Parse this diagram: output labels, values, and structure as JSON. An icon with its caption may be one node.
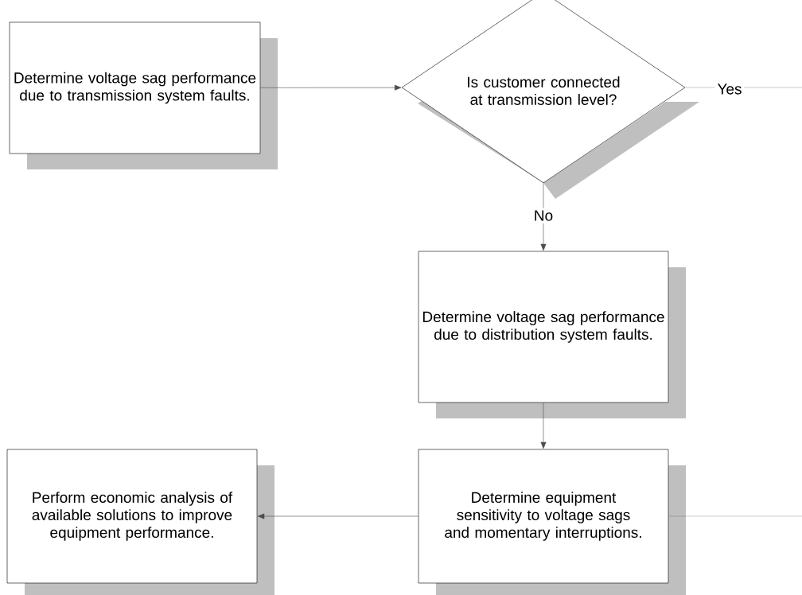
{
  "diagram": {
    "nodes": [
      {
        "text": [
          "Determine voltage sag performance due to transmission system faults."
        ]
      },
      {
        "text": [
          "Is customer connected at transmission level?"
        ]
      },
      {
        "text": [
          "Determine voltage sag performance due to distribution system faults."
        ]
      },
      {
        "text": [
          "Determine equipment sensitivity to voltage sags and momentary interruptions."
        ]
      },
      {
        "text": [
          "Perform economic analysis of available solutions to improve equipment performance."
        ]
      }
    ],
    "edges": [
      {
        "from": 0,
        "to": 1,
        "arrow": "to"
      },
      {
        "from": 1,
        "to": 2,
        "arrow": "to",
        "label": "No"
      },
      {
        "from": 2,
        "to": 3,
        "arrow": "to"
      },
      {
        "from": 3,
        "to": 4,
        "arrow": "to"
      },
      {
        "from": 1,
        "to": null,
        "arrow": "none",
        "label": "Yes"
      },
      {
        "from": 3,
        "to": null,
        "arrow": "none"
      }
    ]
  }
}
